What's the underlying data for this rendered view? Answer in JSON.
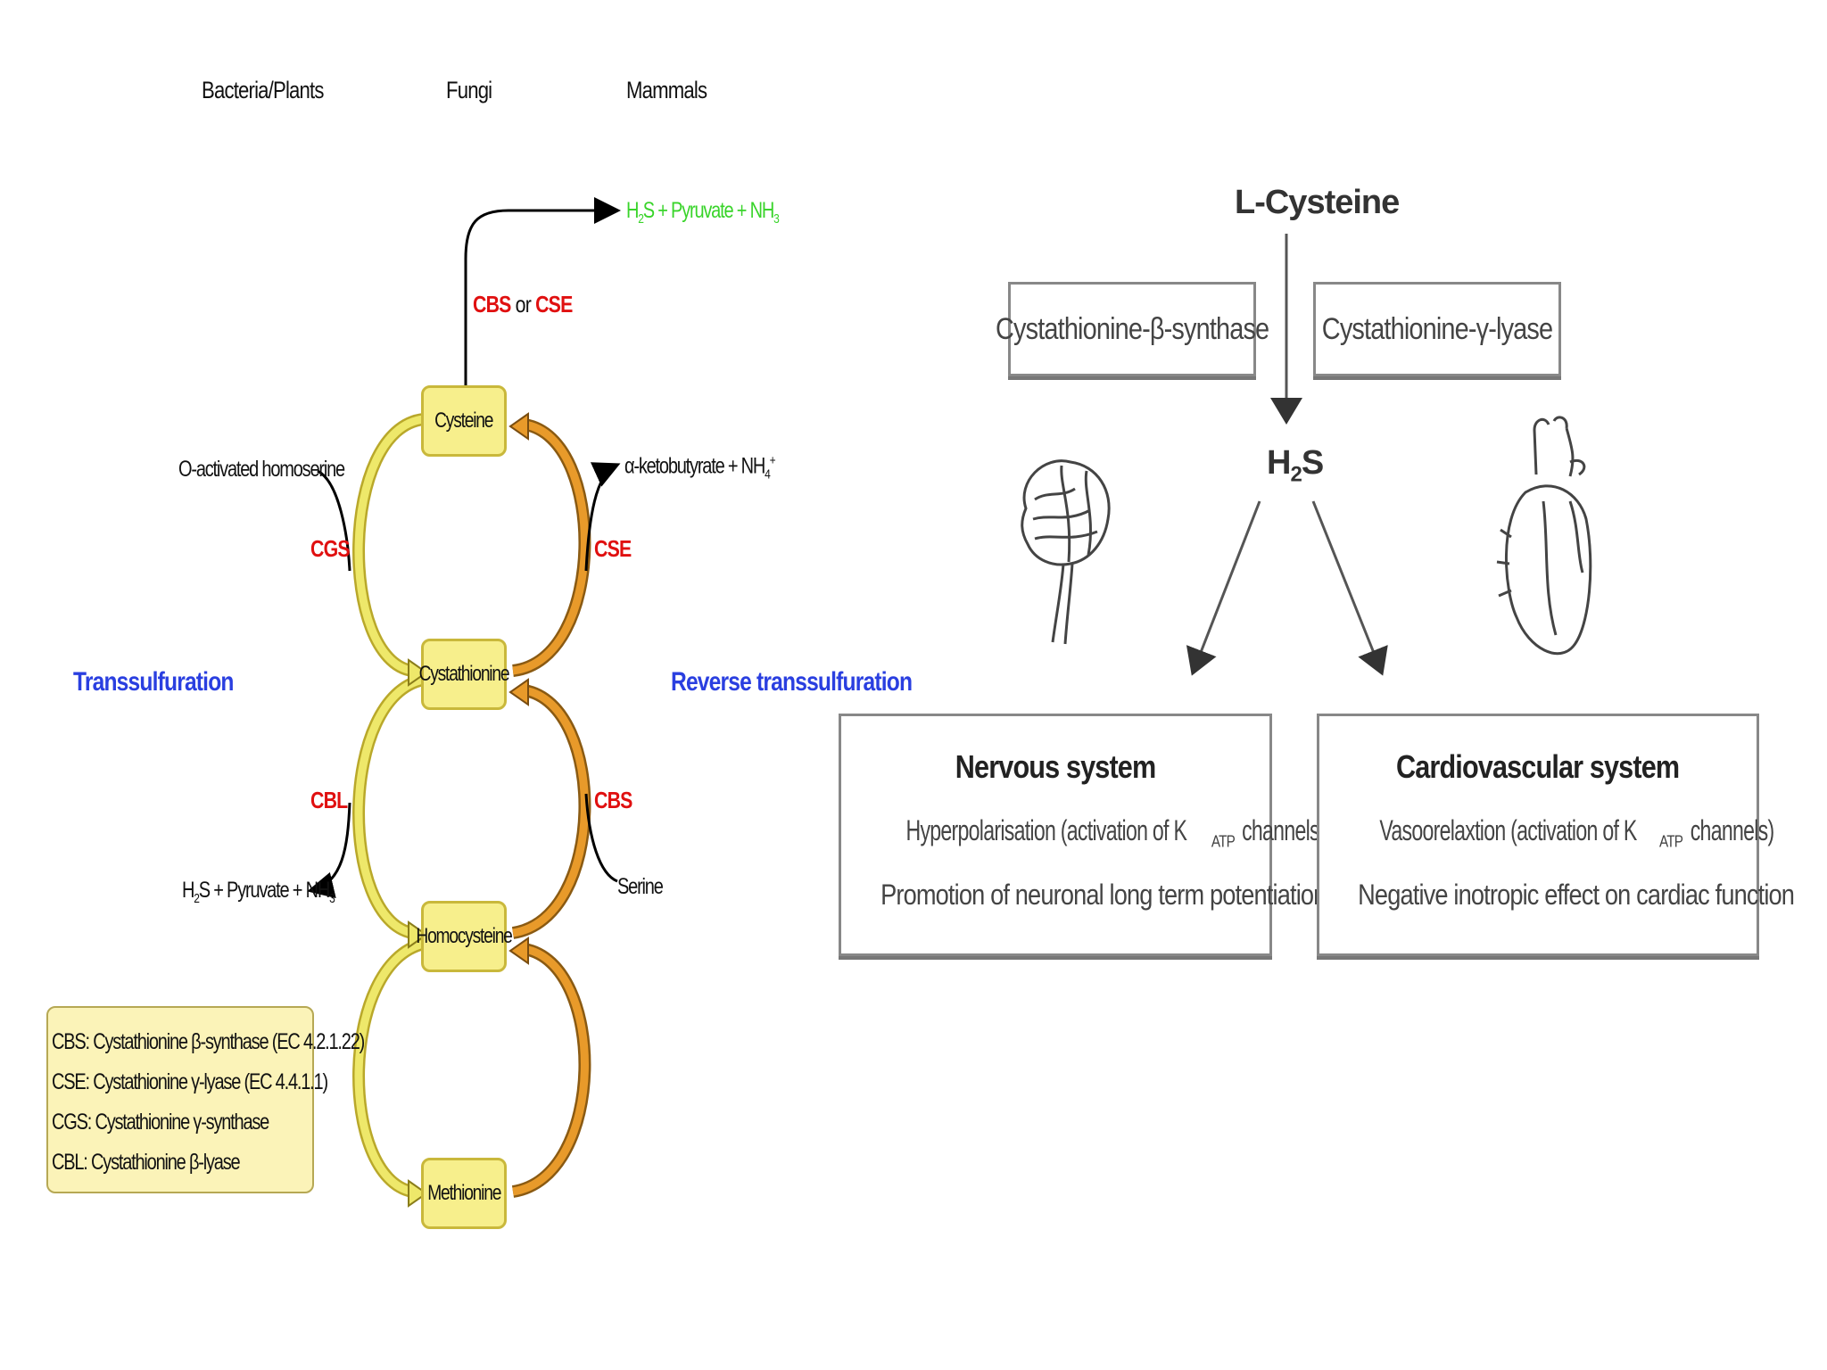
{
  "left": {
    "columns": [
      "Bacteria/Plants",
      "Fungi",
      "Mammals"
    ],
    "nodes": {
      "cysteine": "Cysteine",
      "cystathionine": "Cystathionine",
      "homocysteine": "Homocysteine",
      "methionine": "Methionine"
    },
    "top_product": {
      "h": "H",
      "s2": "2",
      "rest": "S + Pyruvate + NH",
      "s3": "3"
    },
    "top_enzyme": {
      "a": "CBS",
      "or": " or ",
      "b": "CSE"
    },
    "left_substrate": "O-activated homoserine",
    "right_product": {
      "main": "α-ketobutyrate + NH",
      "sub": "4",
      "sup": "+"
    },
    "enzymes": {
      "cgs": "CGS",
      "cse": "CSE",
      "cbl": "CBL",
      "cbs": "CBS"
    },
    "transsulfuration": "Transsulfuration",
    "reverse_transsulfuration": "Reverse transsulfuration",
    "left_product": {
      "h": "H",
      "s2": "2",
      "rest": "S + Pyruvate + NH",
      "s3": "3"
    },
    "serine": "Serine",
    "legend": [
      "CBS: Cystathionine β-synthase (EC 4.2.1.22)",
      "CSE: Cystathionine γ-lyase (EC 4.4.1.1)",
      "CGS: Cystathionine γ-synthase",
      "CBL: Cystathionine β-lyase"
    ]
  },
  "right": {
    "l_cysteine": "L-Cysteine",
    "enzyme_boxes": [
      "Cystathionine-β-synthase",
      "Cystathionine-γ-lyase"
    ],
    "h2s": {
      "h": "H",
      "sub": "2",
      "s": "S"
    },
    "nervous": {
      "title": "Nervous system",
      "line1_pre": "Hyperpolarisation (activation of K",
      "line1_sub": "ATP",
      "line1_post": " channels)",
      "line2": "Promotion of neuronal long term potentiation"
    },
    "cardio": {
      "title": "Cardiovascular system",
      "line1_pre": "Vasoorelaxtion (activation of K",
      "line1_sub": "ATP",
      "line1_post": " channels)",
      "line2": "Negative inotropic effect on cardiac function"
    }
  },
  "colors": {
    "enzyme_red": "#e01010",
    "pathway_blue": "#2a3fe0",
    "product_green": "#39d42a",
    "node_fill": "#f7ef8c",
    "arrow_yellow": "#e8e04a",
    "arrow_orange": "#e08a1a"
  },
  "icons": [
    "brain-icon",
    "heart-icon"
  ]
}
